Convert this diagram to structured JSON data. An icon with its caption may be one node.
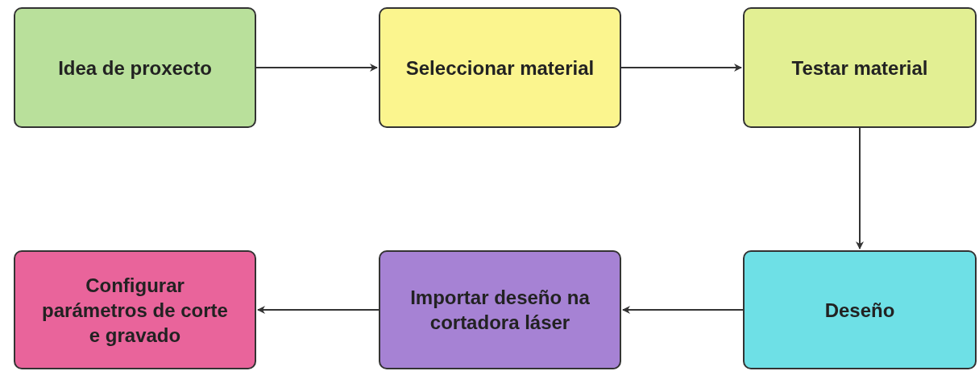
{
  "diagram": {
    "nodes": [
      {
        "text": [
          "Idea de proxecto"
        ]
      },
      {
        "text": [
          "Seleccionar material"
        ]
      },
      {
        "text": [
          "Testar material"
        ]
      },
      {
        "text": [
          "Deseño"
        ]
      },
      {
        "text": [
          "Importar deseño na cortadora láser"
        ]
      },
      {
        "text": [
          "Configurar parámetros de corte e gravado"
        ]
      }
    ],
    "edges": [
      {
        "from": 0,
        "to": 1,
        "arrow": "to"
      },
      {
        "from": 1,
        "to": 2,
        "arrow": "to"
      },
      {
        "from": 2,
        "to": 3,
        "arrow": "to"
      },
      {
        "from": 3,
        "to": 4,
        "arrow": "to"
      },
      {
        "from": 4,
        "to": 5,
        "arrow": "to"
      }
    ]
  }
}
